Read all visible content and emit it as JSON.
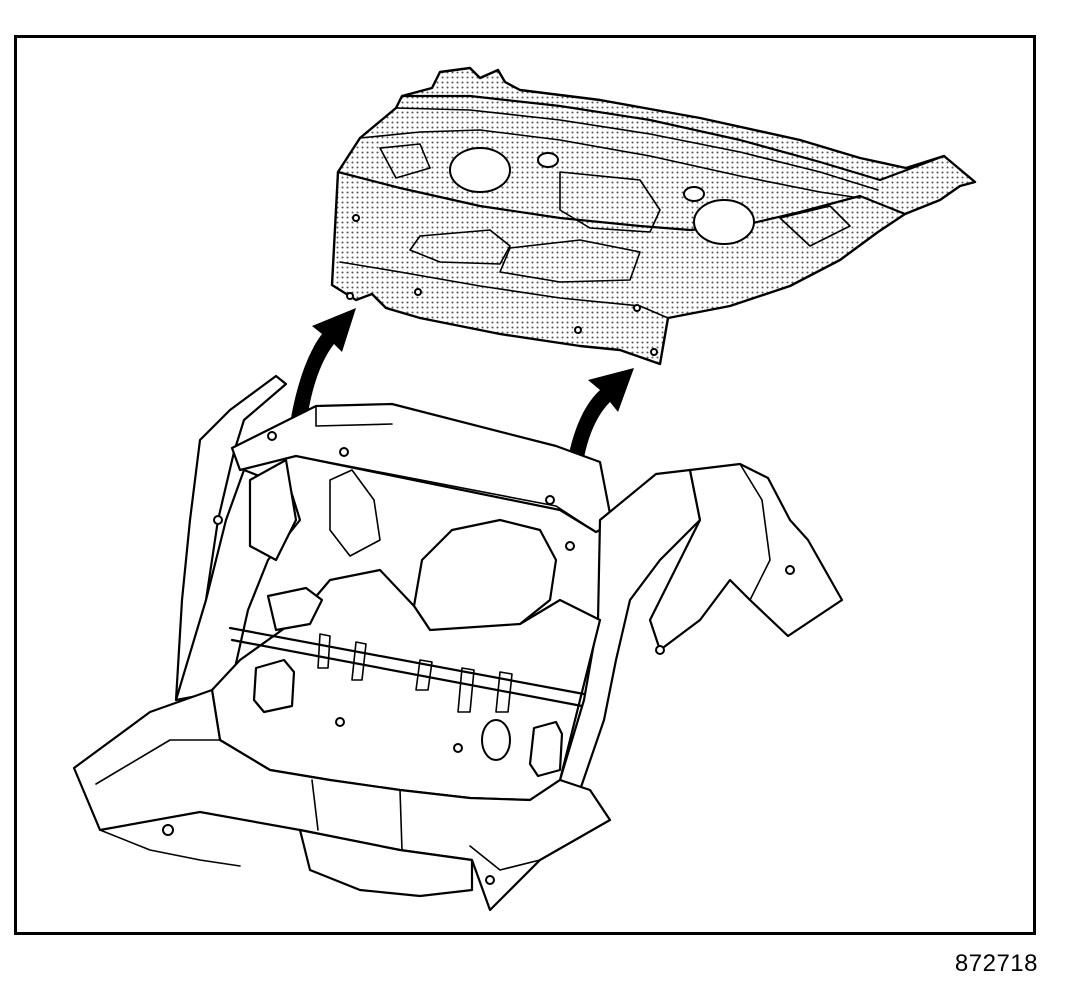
{
  "figure": {
    "figure_number": "872718"
  },
  "parts": [
    {
      "name": "rear-window-panel-shelf",
      "icon": "shaded-panel"
    },
    {
      "name": "rear-body-structure",
      "icon": "line-art"
    }
  ],
  "arrows": {
    "count": 2,
    "direction": "up",
    "color": "#000000"
  },
  "colors": {
    "line": "#000000",
    "background": "#ffffff",
    "shading": "#c8c8c8"
  }
}
